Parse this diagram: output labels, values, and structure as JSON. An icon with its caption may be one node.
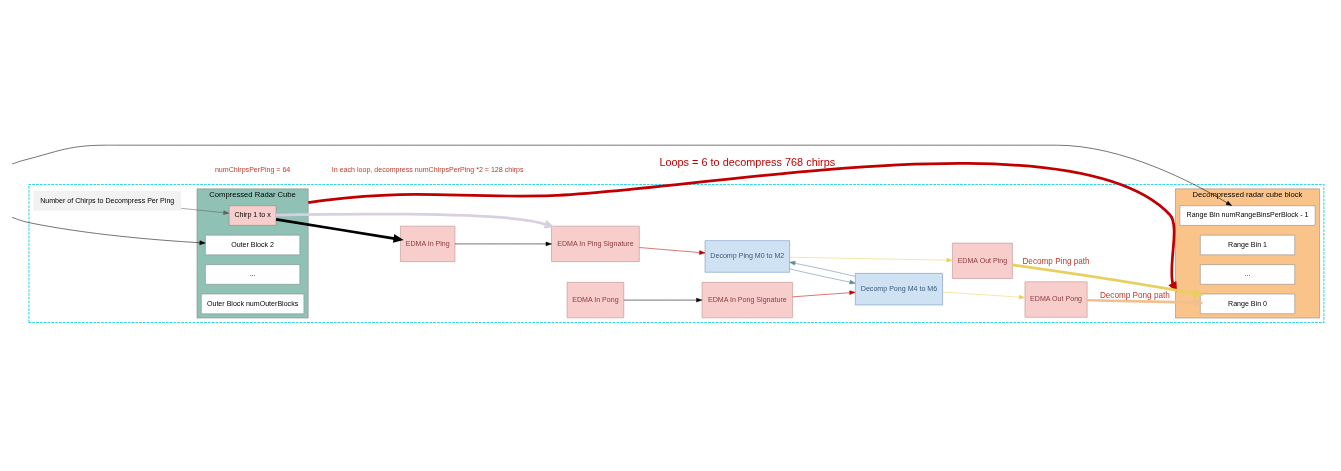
{
  "diagram": {
    "nodes": [
      {
        "text": [],
        "shape": "box"
      },
      {
        "text": [
          "Compressed Radar Cube"
        ],
        "in": 0
      },
      {
        "text": [
          "Chirp 1 to x"
        ],
        "in": 1
      },
      {
        "text": [
          "Outer Block 2"
        ],
        "in": 1
      },
      {
        "text": [
          "..."
        ],
        "in": 1
      },
      {
        "text": [
          "Outer Block numOuterBlocks"
        ],
        "in": 1
      },
      {
        "text": [
          "Number of Chirps to Decompress Per Ping"
        ],
        "in": 0
      },
      {
        "text": [
          "EDMA In Ping"
        ],
        "in": 0
      },
      {
        "text": [
          "EDMA In Ping Signature"
        ],
        "in": 0
      },
      {
        "text": [
          "Decomp Ping M0 to M2"
        ],
        "in": 0
      },
      {
        "text": [
          "Decomp Pong M4 to M6"
        ],
        "in": 0
      },
      {
        "text": [
          "EDMA In Pong"
        ],
        "in": 0
      },
      {
        "text": [
          "EDMA In Pong Signature"
        ],
        "in": 0
      },
      {
        "text": [
          "EDMA Out Ping"
        ],
        "in": 0
      },
      {
        "text": [
          "EDMA Out Pong"
        ],
        "in": 0
      },
      {
        "text": [
          "Decompressed radar cube block"
        ],
        "in": 0
      },
      {
        "text": [
          "Range Bin 0"
        ],
        "in": 15
      },
      {
        "text": [
          "Range Bin 1"
        ],
        "in": 15
      },
      {
        "text": [
          "..."
        ],
        "in": 15
      },
      {
        "text": [
          "Range Bin numRangeBinsPerBlock - 1"
        ],
        "in": 15
      }
    ],
    "edges": [
      {
        "from": 1,
        "to": 15,
        "arrow": "to",
        "label": "Loops = 6 to decompress 768 chirps",
        "style": "thick",
        "color": "#c00000"
      },
      {
        "from": null,
        "to": 3,
        "arrow": "to",
        "color": "#000000"
      },
      {
        "from": 2,
        "to": 7,
        "arrow": "to",
        "style": "thick",
        "color": "#000000"
      },
      {
        "from": 2,
        "to": 8,
        "arrow": "to",
        "style": "thick",
        "color": "#d8d0e0"
      },
      {
        "from": 6,
        "to": 2,
        "arrow": "to",
        "color": "#606060"
      },
      {
        "from": 7,
        "to": 8,
        "arrow": "to",
        "color": "#000000"
      },
      {
        "from": 11,
        "to": 12,
        "arrow": "to",
        "color": "#000000"
      },
      {
        "from": 8,
        "to": 9,
        "arrow": "to",
        "color": "#c00000"
      },
      {
        "from": 12,
        "to": 10,
        "arrow": "to",
        "color": "#c00000"
      },
      {
        "from": 9,
        "to": 10,
        "arrow": "to",
        "color": "#5b8a96"
      },
      {
        "from": 10,
        "to": 9,
        "arrow": "to",
        "color": "#5b8a96"
      },
      {
        "from": 9,
        "to": 13,
        "arrow": "to",
        "color": "#e8d060"
      },
      {
        "from": 10,
        "to": 14,
        "arrow": "to",
        "color": "#e8d060"
      },
      {
        "from": 13,
        "to": 16,
        "arrow": "to",
        "label": "Decomp Ping path",
        "style": "thick",
        "color": "#e8d060"
      },
      {
        "from": 14,
        "to": 16,
        "arrow": "to",
        "label": "Decomp Pong path",
        "style": "thick",
        "color": "#f0c090"
      },
      {
        "from": null,
        "to": 19,
        "arrow": "to",
        "color": "#000000"
      }
    ],
    "labels": [
      "numChirpsPerPing = 64",
      "In each loop, decompress numChirpsPerPing *2 = 128 chirps"
    ]
  }
}
